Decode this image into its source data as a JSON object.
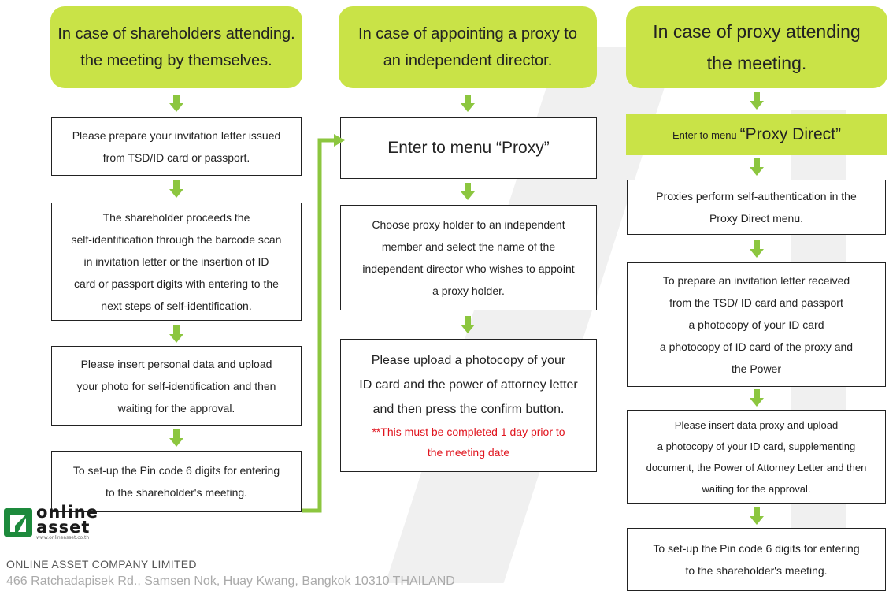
{
  "colors": {
    "accent_green": "#c9e347",
    "arrow_green": "#8cc63f",
    "note_red": "#e0141e"
  },
  "columns": [
    {
      "header": [
        "In case of shareholders attending.",
        "the meeting by themselves."
      ],
      "steps": [
        [
          "Please prepare your invitation letter issued",
          "from TSD/ID card or passport."
        ],
        [
          "The shareholder proceeds the",
          "self-identification through the barcode scan",
          "in invitation letter or the insertion of ID",
          "card or passport digits with entering to the",
          "next steps of self-identification."
        ],
        [
          "Please insert personal data and upload",
          "your photo for self-identification and then",
          "waiting for the approval."
        ],
        [
          "To set-up the Pin code 6 digits for entering",
          "to the shareholder's meeting."
        ]
      ]
    },
    {
      "header": [
        "In case of appointing a proxy to",
        "an independent director."
      ],
      "steps": [
        [
          "Enter to menu “Proxy”"
        ],
        [
          "Choose proxy holder to an independent",
          "member and select the name of the",
          "independent director who wishes to appoint",
          "a proxy holder."
        ],
        [
          "Please upload a photocopy of your",
          "ID card and the power of attorney letter",
          "and then press the confirm button."
        ]
      ],
      "note": [
        "**This must be completed 1 day prior to",
        "the meeting date"
      ]
    },
    {
      "header": [
        "In case of proxy attending",
        "the meeting."
      ],
      "menu_bar": {
        "prefix": "Enter to menu",
        "emphasis": "“Proxy Direct”"
      },
      "steps": [
        [
          "Proxies perform self-authentication in the",
          "Proxy Direct menu."
        ],
        [
          "To prepare an invitation letter received",
          "from the TSD/ ID card and passport",
          "a photocopy of your ID card",
          "a photocopy of ID card of the proxy and",
          "the Power"
        ],
        [
          "Please insert data proxy and upload",
          "a photocopy of your ID card, supplementing",
          "document, the Power of Attorney Letter and then",
          "waiting for the approval."
        ],
        [
          "To set-up the Pin code 6 digits for entering",
          "to the shareholder's meeting."
        ]
      ]
    }
  ],
  "footer": {
    "logo_word_1": "online",
    "logo_word_2": "asset",
    "logo_url": "www.onlineasset.co.th",
    "company": "ONLINE ASSET COMPANY LIMITED",
    "address": "466 Ratchadapisek Rd., Samsen Nok, Huay Kwang, Bangkok 10310 THAILAND"
  }
}
